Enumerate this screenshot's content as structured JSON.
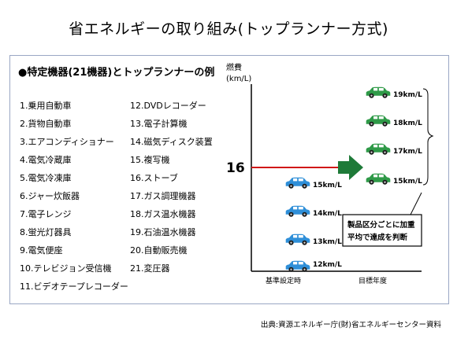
{
  "title": "省エネルギーの取り組み(トップランナー方式)",
  "list_heading": "●特定機器(21機器)とトップランナーの例",
  "items_left": [
    "1.乗用自動車",
    "2.貨物自動車",
    "3.エアコンディショナー",
    "4.電気冷蔵庫",
    "5.電気冷凍庫",
    "6.ジャー炊飯器",
    "7.電子レンジ",
    "8.蛍光灯器具",
    "9.電気便座",
    "10.テレビジョン受信機",
    "11.ビデオテープレコーダー"
  ],
  "items_right": [
    "12.DVDレコーダー",
    "13.電子計算機",
    "14.磁気ディスク装置",
    "15.複写機",
    "16.ストーブ",
    "17.ガス調理機器",
    "18.ガス温水機器",
    "19.石油温水機器",
    "20.自動販売機",
    "21.変圧器"
  ],
  "chart": {
    "ylabel_line1": "燃費",
    "ylabel_line2": "(km/L)",
    "baseline_value": "16",
    "xlabel_left": "基準設定時",
    "xlabel_right": "目標年度",
    "annotation_line1": "製品区分ごとに加重",
    "annotation_line2": "平均で達成を判断",
    "colors": {
      "baseline_car": "#2f8fd8",
      "target_car": "#2f9a48",
      "arrow": "#1e7a38",
      "line": "#d01818"
    }
  },
  "chart_data": {
    "type": "scatter",
    "x": [
      "基準設定時",
      "目標年度"
    ],
    "series": [
      {
        "values": [
          12,
          13,
          14,
          15
        ]
      },
      {
        "values": [
          15,
          17,
          18,
          19
        ]
      }
    ],
    "labels_left": [
      "15km/L",
      "14km/L",
      "13km/L",
      "12km/L"
    ],
    "labels_right": [
      "19km/L",
      "18km/L",
      "17km/L",
      "15km/L"
    ],
    "reference_line": 16
  },
  "source": "出典:資源エネルギー庁(財)省エネルギーセンター資料"
}
